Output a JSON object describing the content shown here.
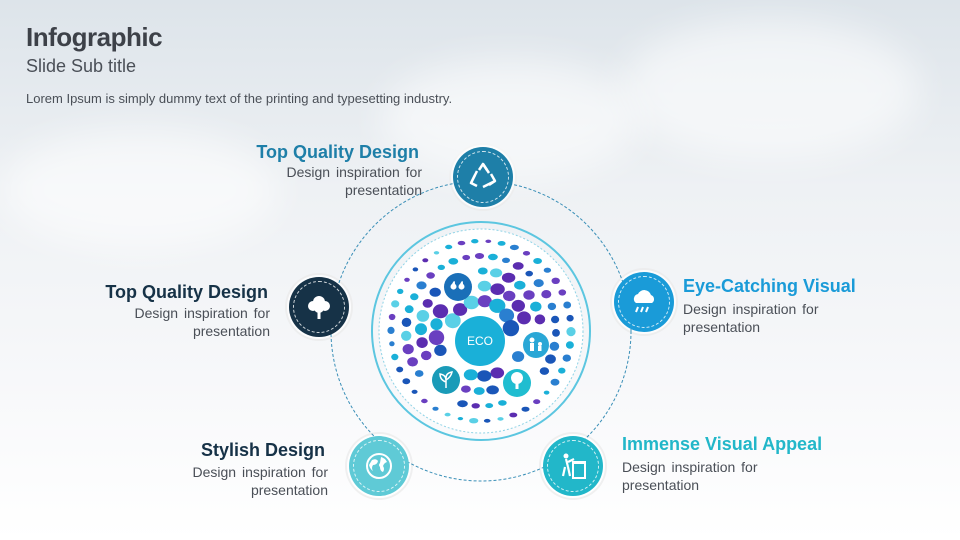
{
  "header": {
    "title": "Infographic",
    "subtitle": "Slide Sub title",
    "description": "Lorem Ipsum is simply dummy text of the printing and typesetting industry."
  },
  "center": {
    "label": "ECO"
  },
  "items": [
    {
      "title": "Top Quality Design",
      "line1": "Design inspiration  for",
      "line2": "presentation",
      "color": "#1e7fa8",
      "icon": "recycle-icon"
    },
    {
      "title": "Eye-Catching Visual",
      "line1": "Design inspiration  for",
      "line2": "presentation",
      "color": "#1a9bd8",
      "icon": "rain-cloud-icon"
    },
    {
      "title": "Immense Visual Appeal",
      "line1": "Design inspiration  for",
      "line2": "presentation",
      "color": "#22b7c9",
      "icon": "trash-bin-icon"
    },
    {
      "title": "Stylish Design",
      "line1": "Design inspiration  for",
      "line2": "presentation",
      "color": "#5fcad6",
      "icon": "globe-icon"
    },
    {
      "title": "Top Quality Design",
      "line1": "Design inspiration  for",
      "line2": "presentation",
      "color": "#163247",
      "icon": "tree-icon"
    }
  ],
  "colors": {
    "title_blue": "#1e7fa8",
    "title_dark": "#163247",
    "title_cyan": "#22b7c9",
    "title_sky": "#1a9bd8"
  }
}
